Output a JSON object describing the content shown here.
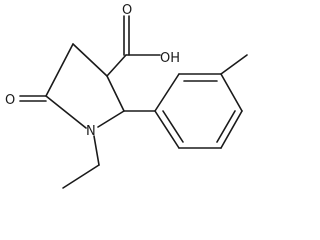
{
  "molecule": {
    "atom_labels": {
      "hydroxyl": "OH",
      "carboxyl_oxygen": "O",
      "carbonyl_oxygen": "O",
      "ring_nitrogen": "N"
    }
  },
  "colors": {
    "bond": "#1a1a1a",
    "label": "#1a1a1a",
    "background": "#ffffff"
  }
}
